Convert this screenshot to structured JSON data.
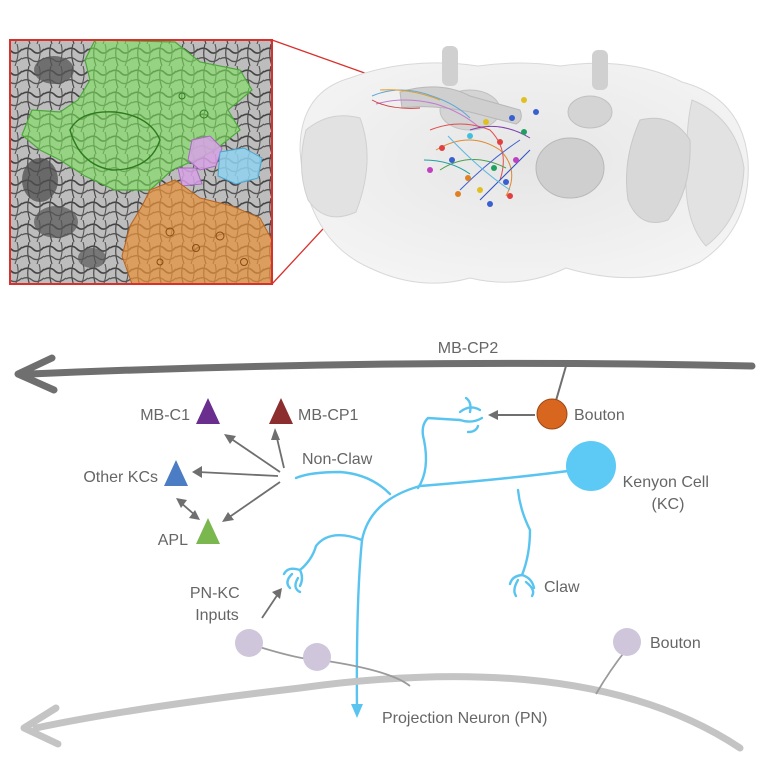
{
  "colors": {
    "axon": "#58c4ef",
    "gray_arrow": "#6f6f6f",
    "light_arrow": "#c4c4c4",
    "text": "#666666",
    "inset_border": "#d9302c",
    "bouton_orange": "#d9661f",
    "pn_bouton": "#cfc6db",
    "kc_body": "#5ccaf4",
    "tri_mbc1": "#6a2e8f",
    "tri_mbcp1": "#8c2e2e",
    "tri_other_kcs": "#4c7cc4",
    "tri_apl": "#7ab74e",
    "seg_green": "#7be25b",
    "seg_orange": "#e8923a",
    "seg_purple": "#d7a2e6",
    "seg_blue": "#8fd2ee"
  },
  "labels": {
    "mb_cp2": "MB-CP2",
    "bouton_top": "Bouton",
    "mb_c1": "MB-C1",
    "mb_cp1": "MB-CP1",
    "non_claw": "Non-Claw",
    "other_kcs": "Other KCs",
    "kenyon_cell_line1": "Kenyon Cell",
    "kenyon_cell_line2": "(KC)",
    "apl": "APL",
    "pn_kc_line1": "PN-KC",
    "pn_kc_line2": "Inputs",
    "claw": "Claw",
    "bouton_right": "Bouton",
    "projection_neuron": "Projection Neuron (PN)"
  }
}
